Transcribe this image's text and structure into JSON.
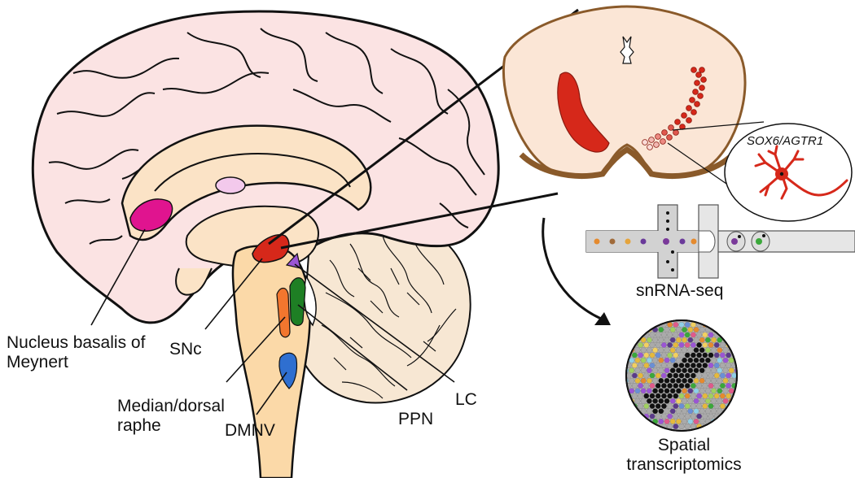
{
  "labels": {
    "nbm_line1": "Nucleus basalis of",
    "nbm_line2": "Meynert",
    "snc": "SNc",
    "raphe_line1": "Median/dorsal",
    "raphe_line2": "raphe",
    "dmnv": "DMNV",
    "ppn": "PPN",
    "lc": "LC",
    "marker": "SOX6/AGTR1",
    "snrnaseq": "snRNA-seq",
    "spatial_line1": "Spatial",
    "spatial_line2": "transcriptomics"
  },
  "colors": {
    "cortex": "#fbe3e3",
    "subcortex": "#fbe3c6",
    "brainstem": "#fbdcb0",
    "outline": "#111111",
    "nbm": "#e0148f",
    "snc": "#d6281a",
    "lc": "#9b55d4",
    "raphe": "#f2762e",
    "ppn": "#1e7f24",
    "dmnv": "#2f6fd0",
    "midbrain": "#fbe6d6",
    "midbrain_edge": "#8a5a2a",
    "neuron": "#d6281a"
  },
  "icons": [
    "neuron-icon",
    "microfluidic-droplet-icon",
    "spatial-array-icon",
    "curved-arrow-icon"
  ]
}
